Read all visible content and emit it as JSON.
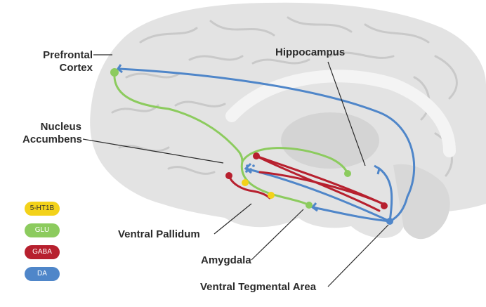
{
  "labels": {
    "prefrontal_cortex_line1": "Prefrontal",
    "prefrontal_cortex_line2": "Cortex",
    "nucleus_accumbens_line1": "Nucleus",
    "nucleus_accumbens_line2": "Accumbens",
    "hippocampus": "Hippocampus",
    "ventral_pallidum": "Ventral Pallidum",
    "amygdala": "Amygdala",
    "ventral_tegmental_area": "Ventral Tegmental Area"
  },
  "legend": [
    {
      "label": "5-HT1B",
      "color": "#f3d21a",
      "text_color": "#333333"
    },
    {
      "label": "GLU",
      "color": "#8ccb5e",
      "text_color": "#ffffff"
    },
    {
      "label": "GABA",
      "color": "#b7202e",
      "text_color": "#ffffff"
    },
    {
      "label": "DA",
      "color": "#4f86c9",
      "text_color": "#ffffff"
    }
  ],
  "colors": {
    "brain_fill": "#e3e3e3",
    "brain_fold": "#c9c9c9",
    "glu": "#8ccb5e",
    "gaba": "#b7202e",
    "da": "#4f86c9",
    "ht1b": "#f3d21a"
  }
}
